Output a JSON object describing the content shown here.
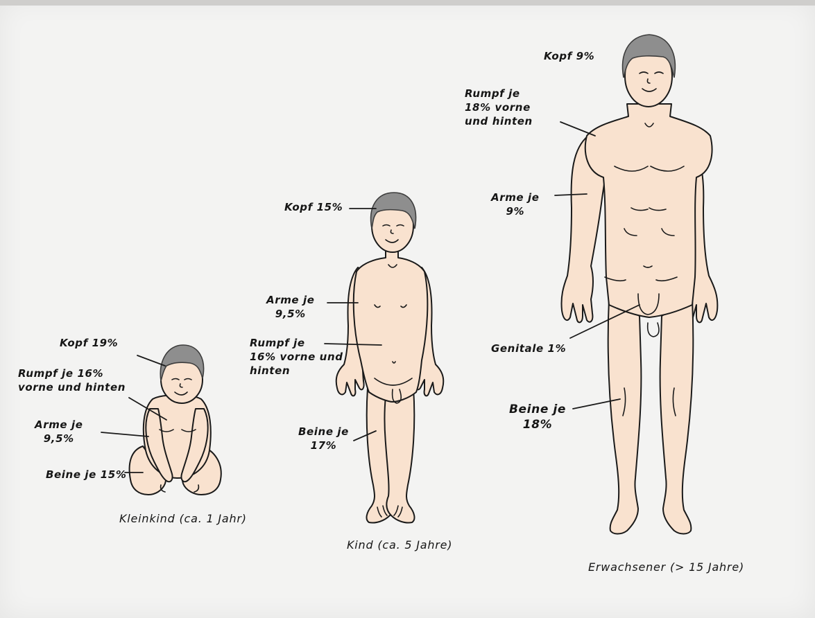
{
  "figures": {
    "baby": {
      "caption": "Kleinkind (ca. 1 Jahr)",
      "labels": {
        "kopf": "Kopf 19%",
        "rumpf": "Rumpf je 16%\nvorne und hinten",
        "arme": "Arme je\n9,5%",
        "beine": "Beine je 15%"
      }
    },
    "child": {
      "caption": "Kind (ca. 5 Jahre)",
      "labels": {
        "kopf": "Kopf 15%",
        "arme": "Arme je\n9,5%",
        "rumpf": "Rumpf je\n16% vorne und\nhinten",
        "beine": "Beine je\n17%"
      }
    },
    "adult": {
      "caption": "Erwachsener (> 15 Jahre)",
      "labels": {
        "kopf": "Kopf 9%",
        "rumpf": "Rumpf je\n18% vorne\nund hinten",
        "arme": "Arme je\n9%",
        "genitale": "Genitale 1%",
        "beine": "Beine je\n18%"
      }
    }
  },
  "colors": {
    "paper": "#f3f3f2",
    "skin": "#f9e2cf",
    "hair": "#8e8e8e",
    "ink": "#1a1a1a"
  }
}
